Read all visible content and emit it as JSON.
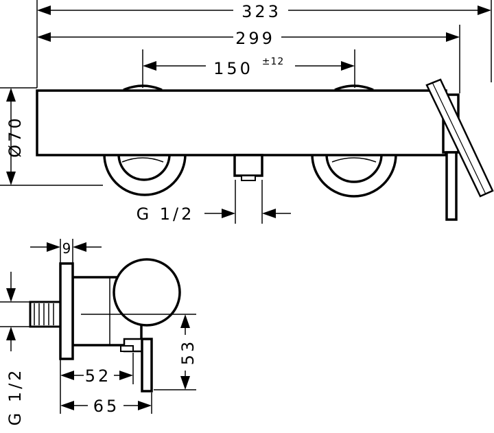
{
  "dimensions": {
    "overall_width": "323",
    "body_width": "299",
    "center_distance": "150",
    "center_tolerance": "±12",
    "diameter": "Ø70",
    "outlet_thread_front": "G 1/2",
    "wall_offset": "9",
    "outlet_depth": "52",
    "lever_depth": "65",
    "outlet_height": "53",
    "inlet_thread_side": "G 1/2"
  }
}
